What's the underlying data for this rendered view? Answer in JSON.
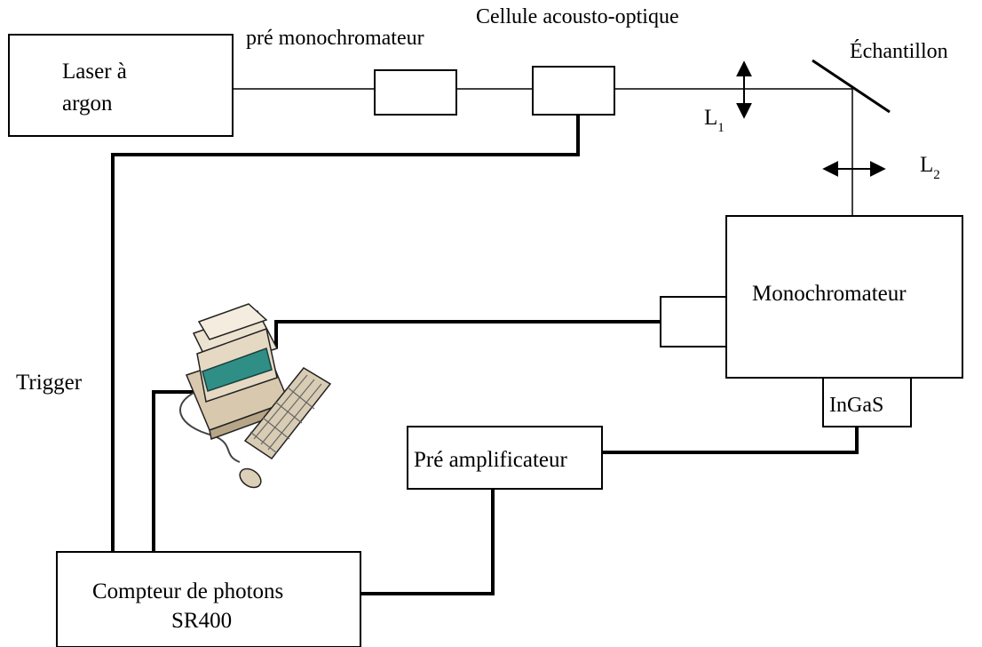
{
  "labels": {
    "laser_line1": "Laser à",
    "laser_line2": "argon",
    "pre_mono": "pré monochromateur",
    "acousto": "Cellule acousto-optique",
    "echantillon": "Échantillon",
    "l1_letter": "L",
    "l1_sub": "1",
    "l2_letter": "L",
    "l2_sub": "2",
    "monochromateur": "Monochromateur",
    "trigger": "Trigger",
    "ingas": "InGaS",
    "preamp": "Pré amplificateur",
    "compteur_line1": "Compteur de photons",
    "compteur_line2": "SR400"
  },
  "icons": {
    "computer": "computer-icon"
  },
  "colors": {
    "line": "#000000",
    "background": "#ffffff",
    "computer_body": "#e6d9c4",
    "computer_screen": "#2f8f86"
  }
}
